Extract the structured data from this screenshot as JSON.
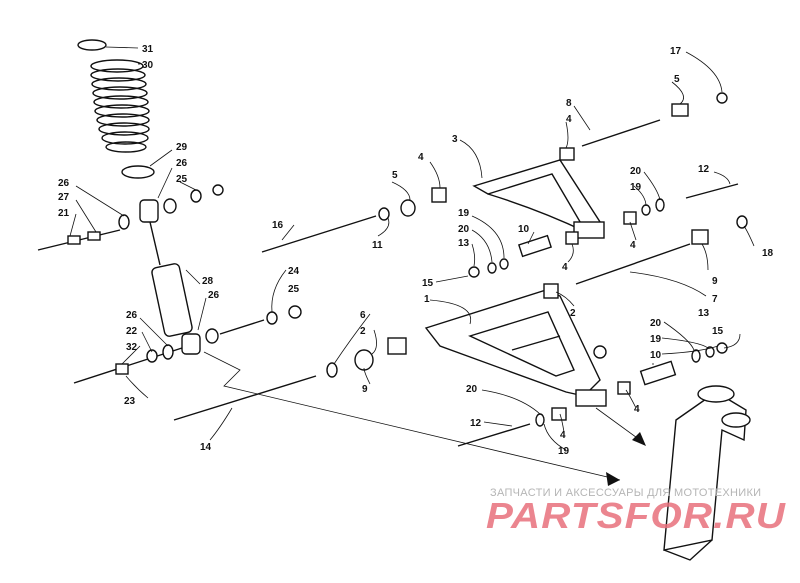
{
  "callouts": [
    {
      "n": "31"
    },
    {
      "n": "30"
    },
    {
      "n": "29"
    },
    {
      "n": "26"
    },
    {
      "n": "25"
    },
    {
      "n": "26"
    },
    {
      "n": "27"
    },
    {
      "n": "21"
    },
    {
      "n": "28"
    },
    {
      "n": "26"
    },
    {
      "n": "24"
    },
    {
      "n": "25"
    },
    {
      "n": "26"
    },
    {
      "n": "22"
    },
    {
      "n": "32"
    },
    {
      "n": "23"
    },
    {
      "n": "14"
    },
    {
      "n": "16"
    },
    {
      "n": "11"
    },
    {
      "n": "5"
    },
    {
      "n": "4"
    },
    {
      "n": "3"
    },
    {
      "n": "8"
    },
    {
      "n": "4"
    },
    {
      "n": "5"
    },
    {
      "n": "17"
    },
    {
      "n": "12"
    },
    {
      "n": "20"
    },
    {
      "n": "19"
    },
    {
      "n": "19"
    },
    {
      "n": "20"
    },
    {
      "n": "13"
    },
    {
      "n": "10"
    },
    {
      "n": "4"
    },
    {
      "n": "4"
    },
    {
      "n": "18"
    },
    {
      "n": "15"
    },
    {
      "n": "1"
    },
    {
      "n": "2"
    },
    {
      "n": "9"
    },
    {
      "n": "7"
    },
    {
      "n": "6"
    },
    {
      "n": "2"
    },
    {
      "n": "9"
    },
    {
      "n": "20"
    },
    {
      "n": "19"
    },
    {
      "n": "13"
    },
    {
      "n": "15"
    },
    {
      "n": "10"
    },
    {
      "n": "4"
    },
    {
      "n": "20"
    },
    {
      "n": "12"
    },
    {
      "n": "4"
    },
    {
      "n": "19"
    }
  ],
  "watermark": {
    "subtitle": "ЗАПЧАСТИ И АКСЕССУАРЫ ДЛЯ МОТОТЕХНИКИ",
    "brand": "PARTSFOR.RU"
  }
}
